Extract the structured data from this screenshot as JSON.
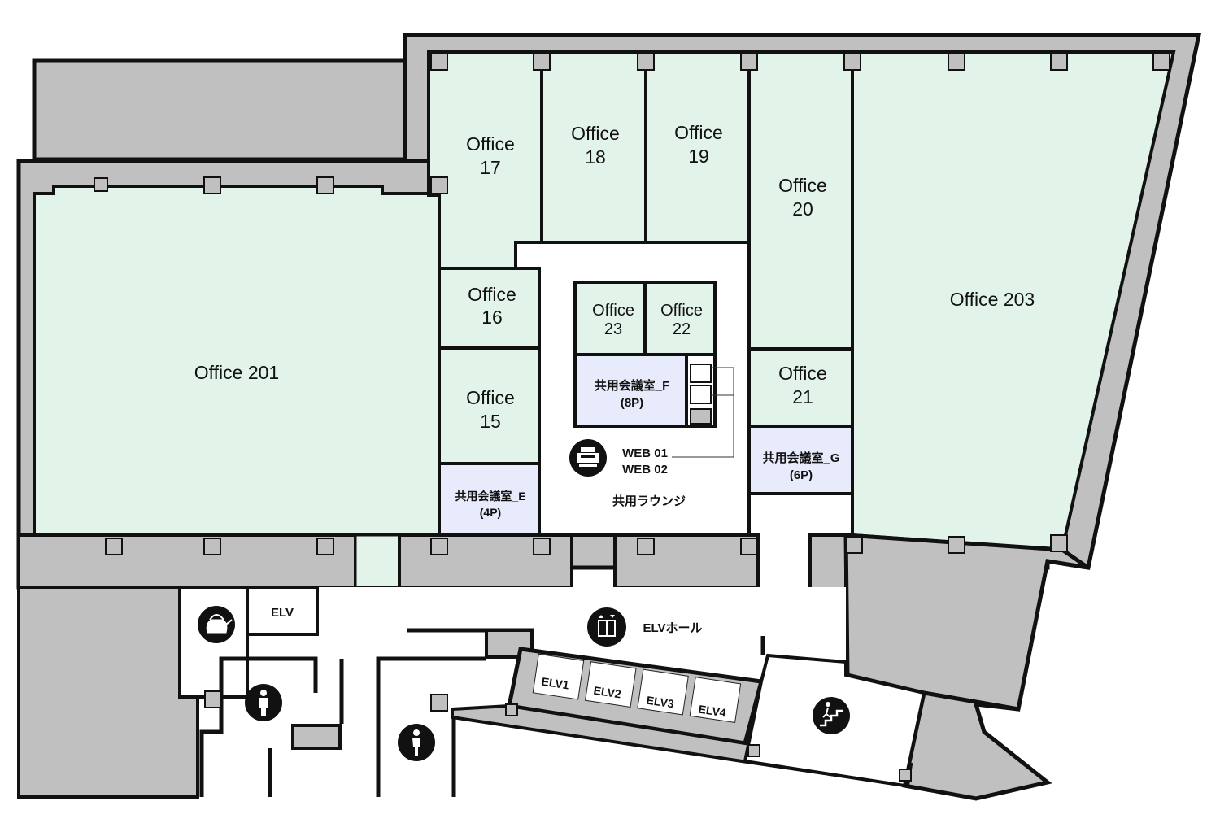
{
  "floor_plan": {
    "offices": {
      "o201": "Office 201",
      "o203": "Office 203",
      "o15": [
        "Office",
        "15"
      ],
      "o16": [
        "Office",
        "16"
      ],
      "o17": [
        "Office",
        "17"
      ],
      "o18": [
        "Office",
        "18"
      ],
      "o19": [
        "Office",
        "19"
      ],
      "o20": [
        "Office",
        "20"
      ],
      "o21": [
        "Office",
        "21"
      ],
      "o22": [
        "Office",
        "22"
      ],
      "o23": [
        "Office",
        "23"
      ]
    },
    "meeting_rooms": {
      "e": [
        "共用会議室_E",
        "(4P)"
      ],
      "f": [
        "共用会議室_F",
        "(8P)"
      ],
      "g": [
        "共用会議室_G",
        "(6P)"
      ]
    },
    "web_booths": [
      "WEB 01",
      "WEB 02"
    ],
    "lounge": "共用ラウンジ",
    "elevator_hall": "ELVホール",
    "service_elevator": "ELV",
    "elevators": [
      "ELV1",
      "ELV2",
      "ELV3",
      "ELV4"
    ],
    "icons": [
      "kettle-icon",
      "restroom-icon",
      "restroom-icon",
      "copier-icon",
      "elevator-icon",
      "stairs-icon"
    ],
    "colors": {
      "office_fill": "#e2f4ea",
      "meeting_fill": "#e8ebfb",
      "wall_fill": "#c0c0c0",
      "outline": "#111111"
    }
  }
}
